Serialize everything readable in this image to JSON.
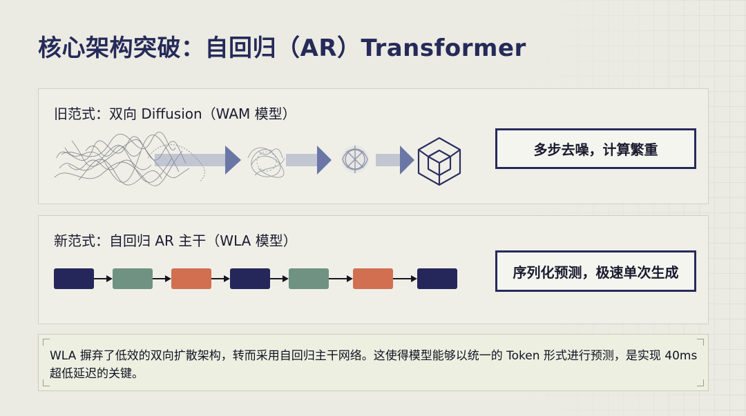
{
  "title": "核心架构突破：自回归（AR）Transformer",
  "old_paradigm": {
    "label": "旧范式：双向 Diffusion（WAM 模型）",
    "callout": "多步去噪，计算繁重",
    "icons": [
      "noise-scribble-icon",
      "arrow-right-icon",
      "denoising-blur-icon",
      "arrow-right-icon",
      "refined-shape-icon",
      "arrow-right-icon",
      "cube-icon"
    ]
  },
  "new_paradigm": {
    "label": "新范式：自回归 AR 主干（WLA 模型）",
    "callout": "序列化预测，极速单次生成",
    "token_colors": [
      "#25265a",
      "#6f9282",
      "#d26f50",
      "#25265a",
      "#6f9282",
      "#d26f50",
      "#25265a"
    ]
  },
  "note": {
    "text": "WLA 摒弃了低效的双向扩散架构，转而采用自回归主干网络。这使得模型能够以统一的 Token 形式进行预测，是实现 40ms 超低延迟的关键。"
  }
}
